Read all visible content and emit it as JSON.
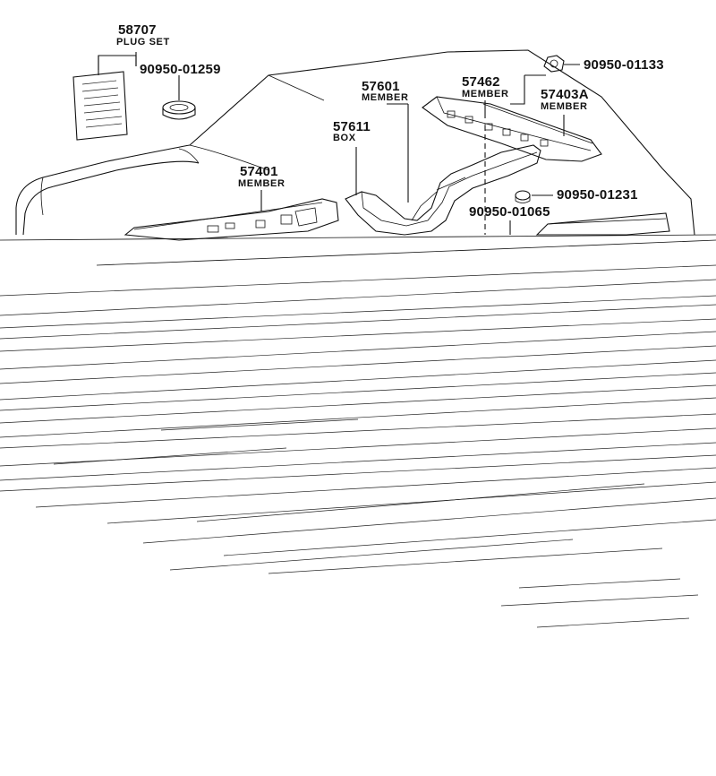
{
  "parts": [
    {
      "id": "plug-set",
      "number": "58707",
      "name": "PLUG SET"
    },
    {
      "id": "grommet-a",
      "number": "90950-01259",
      "name": ""
    },
    {
      "id": "member-rear-floor",
      "number": "57401",
      "name": "MEMBER"
    },
    {
      "id": "member-center",
      "number": "57601",
      "name": "MEMBER"
    },
    {
      "id": "box",
      "number": "57611",
      "name": "BOX"
    },
    {
      "id": "member-cross",
      "number": "57462",
      "name": "MEMBER"
    },
    {
      "id": "member-side",
      "number": "57403A",
      "name": "MEMBER"
    },
    {
      "id": "grommet-b",
      "number": "90950-01133",
      "name": ""
    },
    {
      "id": "grommet-c",
      "number": "90950-01231",
      "name": ""
    },
    {
      "id": "grommet-d",
      "number": "90950-01065",
      "name": ""
    }
  ]
}
